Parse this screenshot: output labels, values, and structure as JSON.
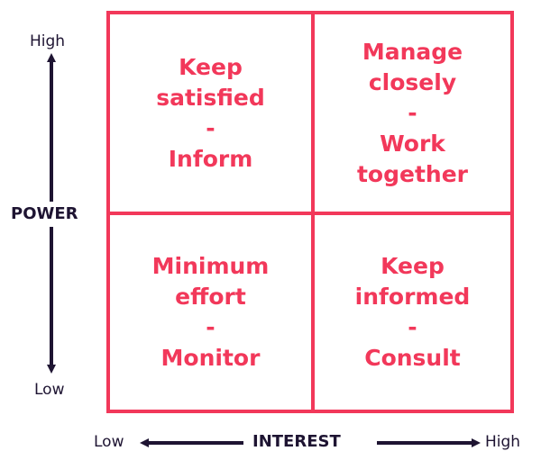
{
  "quadrants": {
    "top_left": {
      "lines": [
        "Keep",
        "satisfied",
        "-",
        "Inform"
      ]
    },
    "top_right": {
      "lines": [
        "Manage",
        "closely",
        "-",
        "Work",
        "together"
      ]
    },
    "bottom_left": {
      "lines": [
        "Minimum",
        "effort",
        "-",
        "Monitor"
      ]
    },
    "bottom_right": {
      "lines": [
        "Keep",
        "informed",
        "-",
        "Consult"
      ]
    }
  },
  "y_axis": {
    "title": "POWER",
    "high_label": "High",
    "low_label": "Low"
  },
  "x_axis": {
    "title": "INTEREST",
    "low_label": "Low",
    "high_label": "High"
  },
  "colors": {
    "accent": "#f2385a",
    "axis": "#1e1432"
  }
}
